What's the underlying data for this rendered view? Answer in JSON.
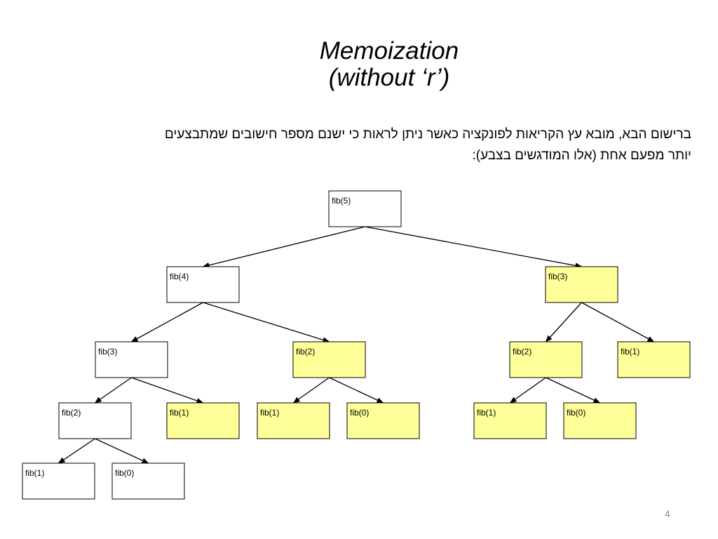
{
  "slide": {
    "title_line1": "Memoization",
    "title_line2": "(without ‘r’)",
    "description_line1": "ברישום הבא, מובא עץ הקריאות לפונקציה כאשר ניתן לראות כי ישנם מספר חישובים שמתבצעים",
    "description_line2": "יותר מפעם אחת (אלו המודגשים בצבע):",
    "page_number": "4"
  },
  "colors": {
    "node_fill": "#ffffff",
    "highlight_fill": "#ffff99",
    "stroke": "#000000"
  },
  "tree": {
    "nodes": [
      {
        "id": "n1",
        "label": "fib(5)",
        "repeated": false
      },
      {
        "id": "n2",
        "label": "fib(4)",
        "repeated": false
      },
      {
        "id": "n3",
        "label": "fib(3)",
        "repeated": true
      },
      {
        "id": "n4",
        "label": "fib(3)",
        "repeated": false
      },
      {
        "id": "n5",
        "label": "fib(2)",
        "repeated": true
      },
      {
        "id": "n6",
        "label": "fib(2)",
        "repeated": true
      },
      {
        "id": "n7",
        "label": "fib(1)",
        "repeated": true
      },
      {
        "id": "n8",
        "label": "fib(2)",
        "repeated": false
      },
      {
        "id": "n9",
        "label": "fib(1)",
        "repeated": true
      },
      {
        "id": "n10",
        "label": "fib(1)",
        "repeated": true
      },
      {
        "id": "n11",
        "label": "fib(0)",
        "repeated": true
      },
      {
        "id": "n12",
        "label": "fib(1)",
        "repeated": true
      },
      {
        "id": "n13",
        "label": "fib(0)",
        "repeated": true
      },
      {
        "id": "n14",
        "label": "fib(1)",
        "repeated": false
      },
      {
        "id": "n15",
        "label": "fib(0)",
        "repeated": false
      }
    ],
    "edges": [
      [
        "n1",
        "n2"
      ],
      [
        "n1",
        "n3"
      ],
      [
        "n2",
        "n4"
      ],
      [
        "n2",
        "n5"
      ],
      [
        "n3",
        "n6"
      ],
      [
        "n3",
        "n7"
      ],
      [
        "n4",
        "n8"
      ],
      [
        "n4",
        "n9"
      ],
      [
        "n5",
        "n10"
      ],
      [
        "n5",
        "n11"
      ],
      [
        "n6",
        "n12"
      ],
      [
        "n6",
        "n13"
      ],
      [
        "n8",
        "n14"
      ],
      [
        "n8",
        "n15"
      ]
    ]
  }
}
